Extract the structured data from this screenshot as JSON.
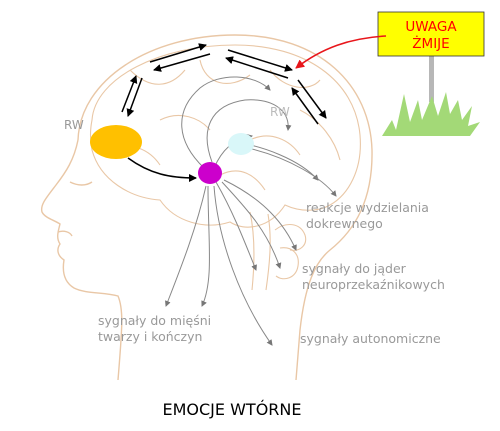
{
  "warning": {
    "line1": "UWAGA",
    "line2": "ŻMIJE"
  },
  "labels": {
    "rw_left": "RW",
    "rw_right": "RW",
    "endocrine_1": "reakcje wydzielania",
    "endocrine_2": "dokrewnego",
    "neuro_1": "sygnały do jąder",
    "neuro_2": "neuroprzekaźnikowych",
    "autonomic": "sygnały autonomiczne",
    "face_1": "sygnały do mięśni",
    "face_2": "twarzy i kończyn"
  },
  "caption": "EMOCJE WTÓRNE",
  "colors": {
    "sign_fill": "#ffff00",
    "sign_text": "#ff0000",
    "grass": "#a3d977",
    "prefrontal": "#ffc000",
    "amygdala": "#cc00cc",
    "hypothalamus": "#d9f7f9",
    "alert_arrow": "#e8161b",
    "outline": "#e9c7a6",
    "label_gray": "#999999"
  }
}
